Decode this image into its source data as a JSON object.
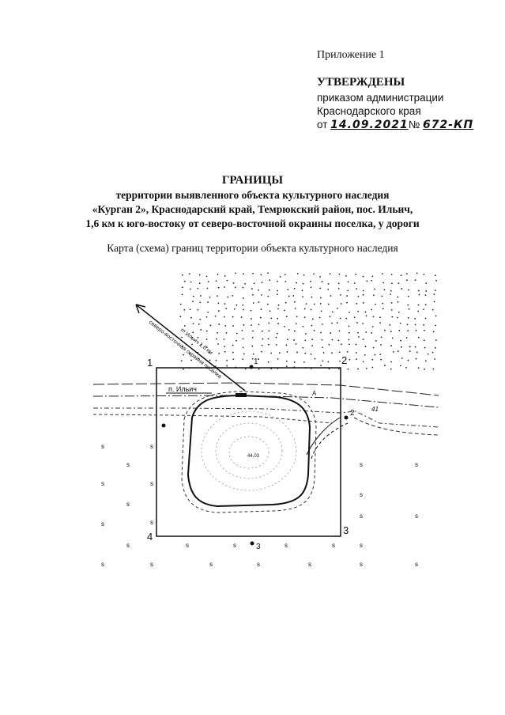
{
  "header": {
    "appendix": "Приложение 1",
    "approved": "УТВЕРЖДЕНЫ",
    "line1": "приказом администрации",
    "line2": "Краснодарского края",
    "from_prefix": "от",
    "date_handwritten": "14.09.2021",
    "number_sign": "№",
    "number_handwritten": "672-КП"
  },
  "title": {
    "heading": "ГРАНИЦЫ",
    "line1": "территории выявленного объекта культурного наследия",
    "line2": "«Курган 2», Краснодарский край, Темрюкский район, пос. Ильич,",
    "line3": "1,6 км к юго-востоку от северо-восточной окраины поселка, у дороги"
  },
  "caption": "Карта (схема) границ территории объекта культурного наследия",
  "map": {
    "corners": [
      "1",
      "2",
      "3",
      "4"
    ],
    "points": [
      "1",
      "2",
      "3"
    ],
    "road_label": "п. Ильич",
    "arrow_label_top": "п. Ильич 1,6 км",
    "arrow_label_bottom": "северо-восточная окраина поселка",
    "summit_elevation": "44,03",
    "label_a": "A",
    "label_41": "41",
    "sand_symbol": "s"
  }
}
